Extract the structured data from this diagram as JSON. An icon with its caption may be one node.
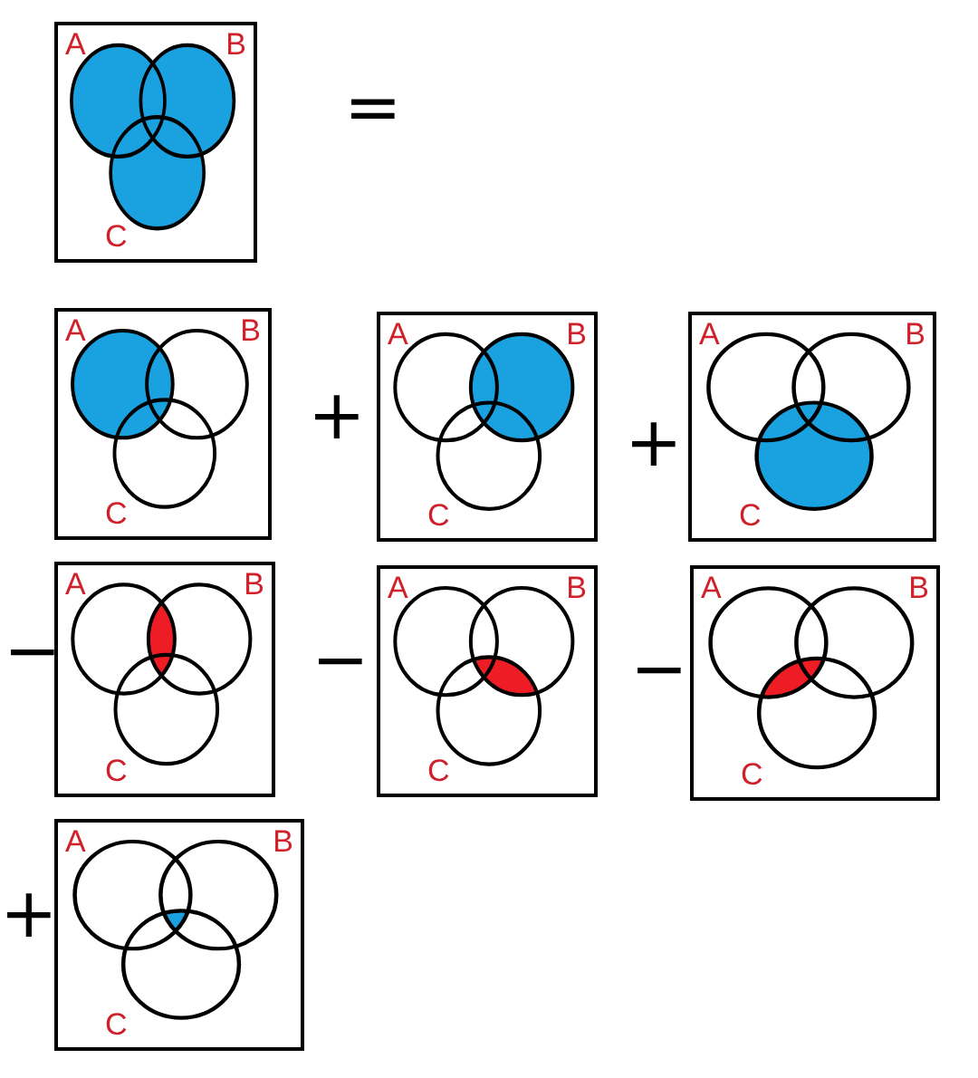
{
  "diagram": {
    "nodes": [
      {
        "text": [
          "A",
          "B",
          "C"
        ]
      },
      {
        "text": [
          "A",
          "B",
          "C"
        ]
      },
      {
        "text": [
          "A",
          "B",
          "C"
        ]
      },
      {
        "text": [
          "A",
          "B",
          "C"
        ]
      },
      {
        "text": [
          "A",
          "B",
          "C"
        ]
      },
      {
        "text": [
          "A",
          "B",
          "C"
        ]
      },
      {
        "text": [
          "A",
          "B",
          "C"
        ]
      },
      {
        "text": [
          "A",
          "B",
          "C"
        ]
      }
    ],
    "labels": [
      "=",
      "+",
      "+",
      "−",
      "−",
      "−",
      "+"
    ]
  }
}
